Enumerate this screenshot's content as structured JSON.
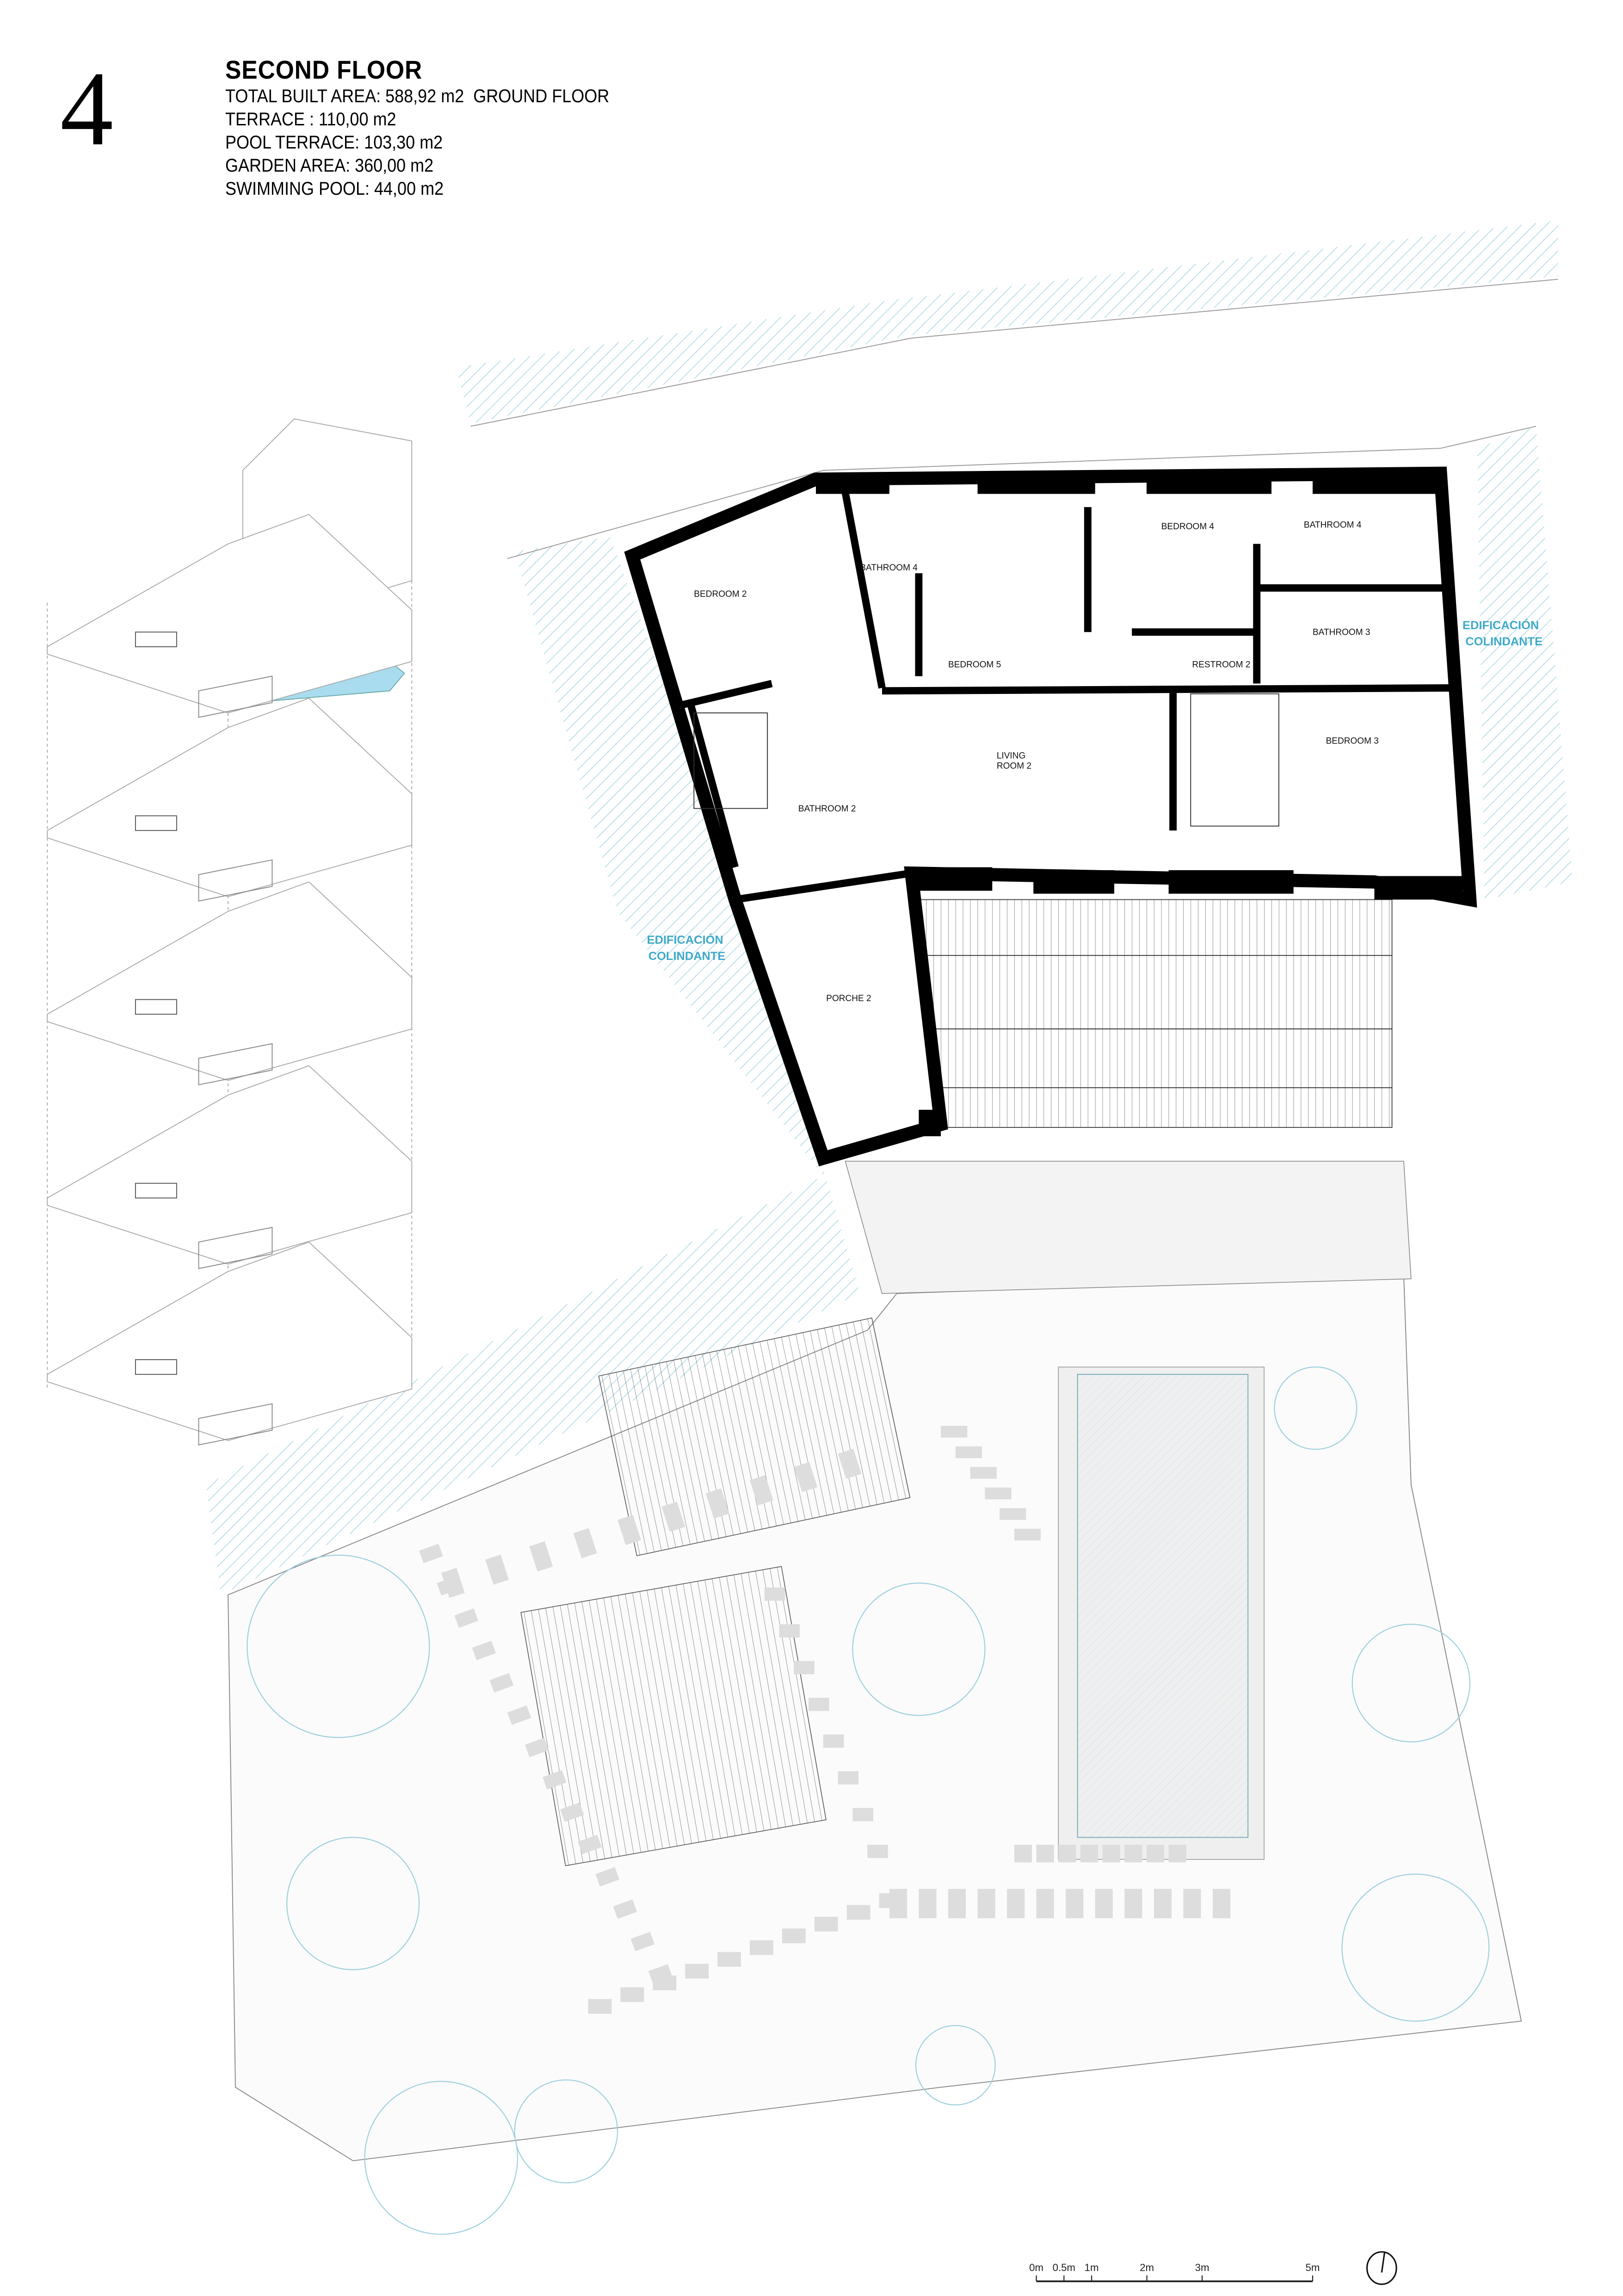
{
  "sheet": {
    "number": "4",
    "title": "SECOND FLOOR",
    "lines": [
      "TOTAL BUILT AREA: 588,92 m2  GROUND FLOOR",
      "TERRACE : 110,00 m2",
      "POOL TERRACE: 103,30 m2",
      "GARDEN AREA: 360,00 m2",
      "SWIMMING POOL: 44,00 m2"
    ]
  },
  "rooms": {
    "bedroom2": "BEDROOM 2",
    "bathroom4a": "BATHROOM 4",
    "bedroom4": "BEDROOM 4",
    "bathroom4b": "BATHROOM 4",
    "bedroom5": "BEDROOM 5",
    "restroom2": "RESTROOM 2",
    "bathroom3": "BATHROOM 3",
    "living1": "LIVING",
    "living2": "ROOM 2",
    "bedroom3": "BEDROOM 3",
    "bathroom2": "BATHROOM 2",
    "porche2": "PORCHE 2"
  },
  "neighbors": {
    "right": [
      "EDIFICACIÓN",
      "COLINDANTE"
    ],
    "left": [
      "EDIFICACIÓN",
      "COLINDANTE"
    ]
  },
  "scale_bar": {
    "labels": [
      "0m",
      "0.5m",
      "1m",
      "2m",
      "3m",
      "5m"
    ],
    "values": [
      0,
      0.5,
      1,
      2,
      3,
      5
    ]
  },
  "north_arrow": {
    "icon": "north-arrow-icon"
  },
  "colors": {
    "neighbor_hatch": "#7cc4d8",
    "highlight_blue": "#a9dcef",
    "highlight_orange": "#f2cf96",
    "wall": "#000000"
  }
}
